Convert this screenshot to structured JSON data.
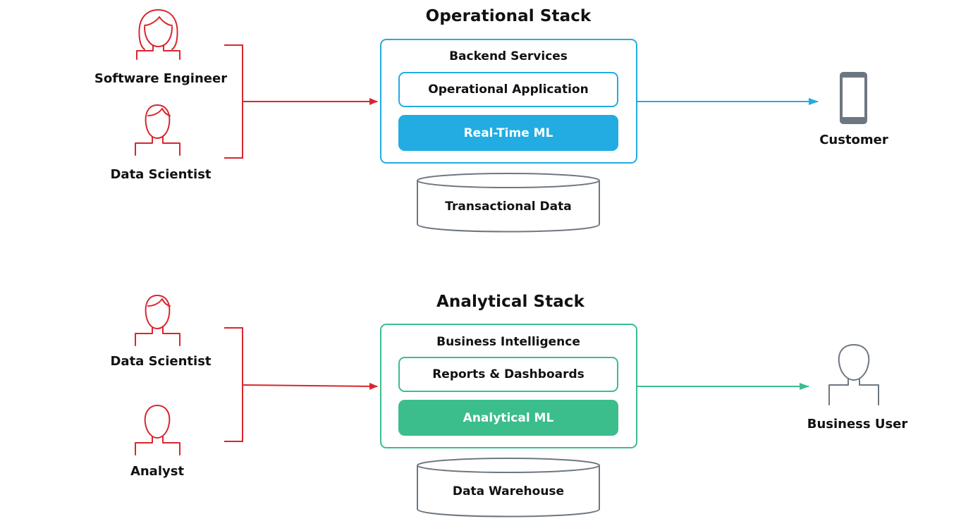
{
  "colors": {
    "person_red": "#d9262e",
    "operational_blue": "#22ace2",
    "analytical_green": "#3cbd8c",
    "neutral_gray": "#6e7781",
    "text_dark": "#111111"
  },
  "operational": {
    "title": "Operational Stack",
    "people": [
      {
        "label": "Software Engineer",
        "icon": "woman-icon"
      },
      {
        "label": "Data Scientist",
        "icon": "man-icon"
      }
    ],
    "container": {
      "title": "Backend Services",
      "inner": "Operational Application",
      "highlight": "Real-Time ML"
    },
    "database": "Transactional Data",
    "consumer": {
      "label": "Customer",
      "icon": "smartphone-icon"
    }
  },
  "analytical": {
    "title": "Analytical Stack",
    "people": [
      {
        "label": "Data Scientist",
        "icon": "man-icon"
      },
      {
        "label": "Analyst",
        "icon": "person-icon"
      }
    ],
    "container": {
      "title": "Business Intelligence",
      "inner": "Reports & Dashboards",
      "highlight": "Analytical ML"
    },
    "database": "Data Warehouse",
    "consumer": {
      "label": "Business User",
      "icon": "user-icon"
    }
  }
}
